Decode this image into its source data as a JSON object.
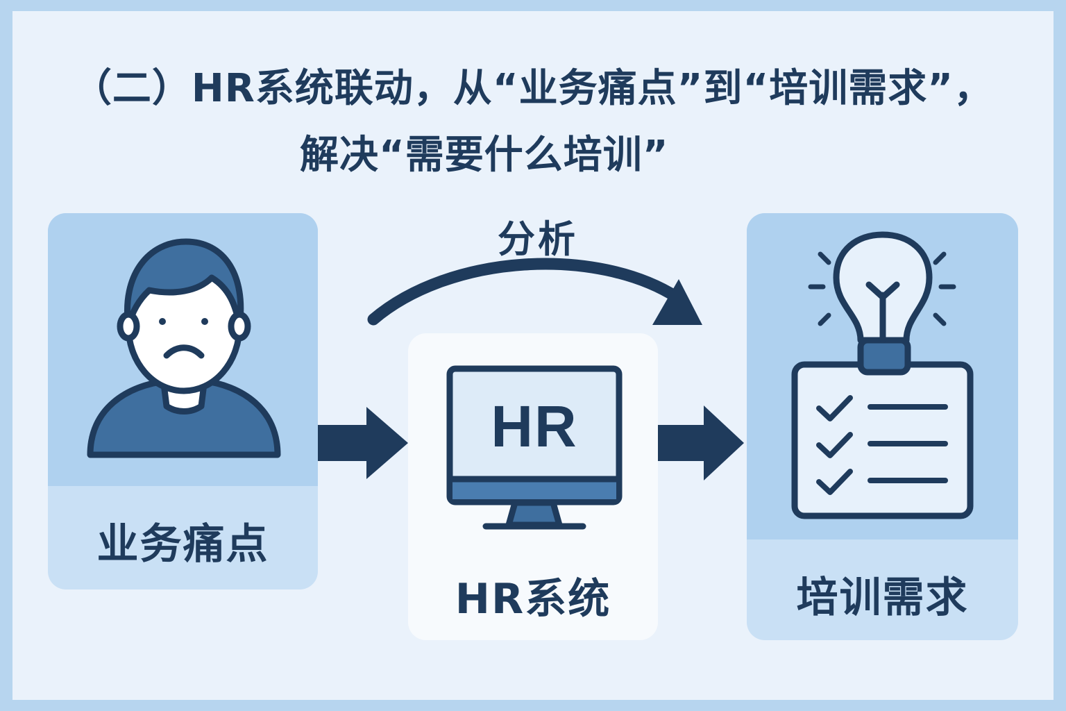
{
  "title": {
    "line1": "（二）HR系统联动，从“业务痛点”到“培训需求”，",
    "line2": "解决“需要什么培训”"
  },
  "nodes": {
    "pain_point": {
      "label": "业务痛点",
      "icon": "sad-person-icon"
    },
    "hr_system": {
      "label": "HR系统",
      "screen_text": "HR",
      "icon": "monitor-icon"
    },
    "training_need": {
      "label": "培训需求",
      "icon": "lightbulb-checklist-icon"
    }
  },
  "edges": {
    "arc_label": "分析"
  },
  "colors": {
    "background": "#eaf2fb",
    "border": "#b7d5ef",
    "card_light": "#c9e0f5",
    "card_dark": "#afd1ef",
    "navy": "#1f3b5c",
    "icon_blue": "#3f6f9f"
  }
}
